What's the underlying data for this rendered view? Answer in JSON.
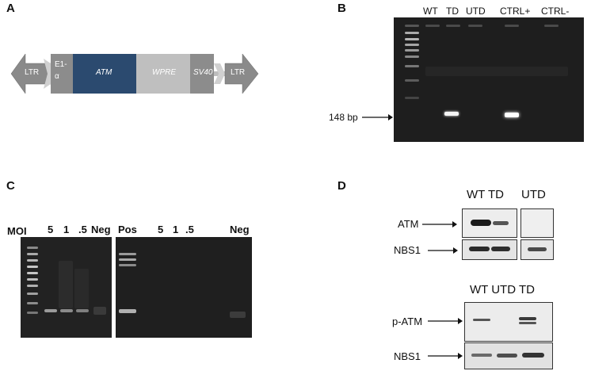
{
  "panels": {
    "a": "A",
    "b": "B",
    "c": "C",
    "d": "D"
  },
  "construct": {
    "ltr_left": "LTR",
    "promoter": "E1-\nα",
    "gene": "ATM",
    "wpre": "WPRE",
    "sv40": "SV40",
    "ltr_right": "LTR",
    "gene_color": "#2b4a6f"
  },
  "gel_b": {
    "lanes": [
      "WT",
      "TD",
      "UTD",
      "CTRL+",
      "CTRL-"
    ],
    "marker_label": "148 bp"
  },
  "gel_c": {
    "moi_label": "MOI",
    "left_lanes": [
      "5",
      "1",
      ".5",
      "Neg"
    ],
    "right_lanes": [
      "Pos",
      "5",
      "1",
      ".5",
      "Neg"
    ]
  },
  "blot_top": {
    "lanes": "WT TD",
    "lane_utd": "UTD",
    "rows": [
      "ATM",
      "NBS1"
    ]
  },
  "blot_bottom": {
    "lanes": "WT UTD TD",
    "rows": [
      "p-ATM",
      "NBS1"
    ]
  }
}
